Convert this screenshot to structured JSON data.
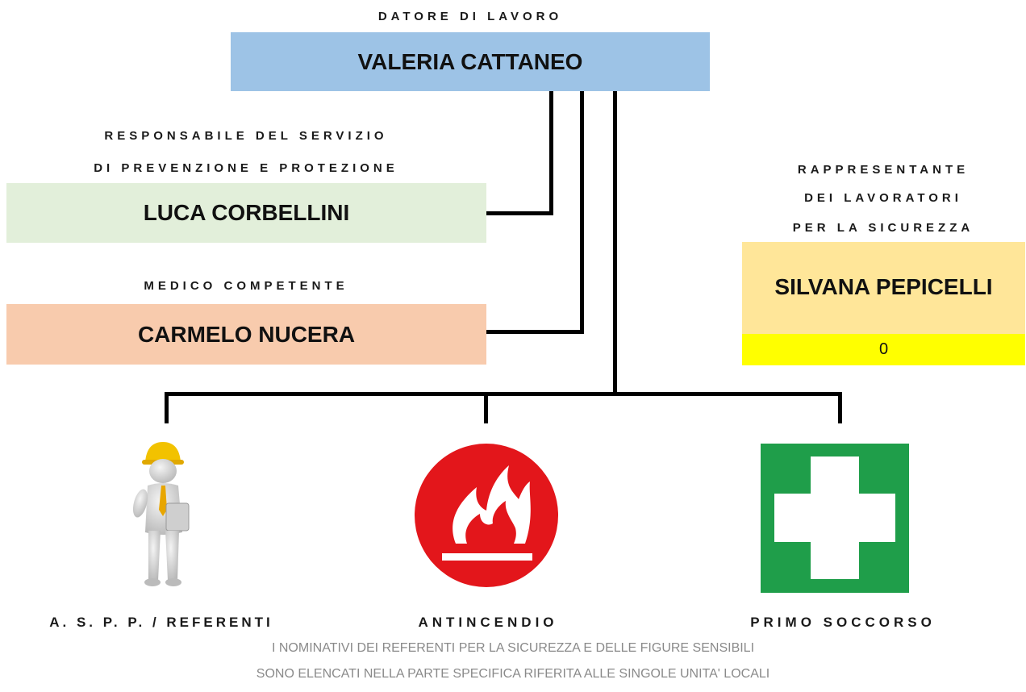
{
  "employer": {
    "role": "DATORE DI LAVORO",
    "name": "VALERIA CATTANEO",
    "color": "#9dc3e6"
  },
  "rspp": {
    "role_line1": "RESPONSABILE DEL SERVIZIO",
    "role_line2": "DI PREVENZIONE E PROTEZIONE",
    "name": "LUCA CORBELLINI",
    "color": "#e2efda"
  },
  "doctor": {
    "role": "MEDICO COMPETENTE",
    "name": "CARMELO NUCERA",
    "color": "#f8cbad"
  },
  "rls": {
    "role_line1": "RAPPRESENTANTE",
    "role_line2": "DEI LAVORATORI",
    "role_line3": "PER LA SICUREZZA",
    "name": "SILVANA PEPICELLI",
    "value": "0",
    "color": "#ffe699",
    "value_color": "#ffff00"
  },
  "figures": [
    {
      "label": "A. S. P. P. / REFERENTI",
      "icon": "worker-hardhat-icon"
    },
    {
      "label": "ANTINCENDIO",
      "icon": "fire-icon"
    },
    {
      "label": "PRIMO SOCCORSO",
      "icon": "first-aid-cross-icon"
    }
  ],
  "footer": {
    "line1": "I NOMINATIVI DEI REFERENTI PER LA SICUREZZA E DELLE FIGURE SENSIBILI",
    "line2": "SONO ELENCATI NELLA PARTE SPECIFICA RIFERITA ALLE SINGOLE UNITA' LOCALI"
  }
}
